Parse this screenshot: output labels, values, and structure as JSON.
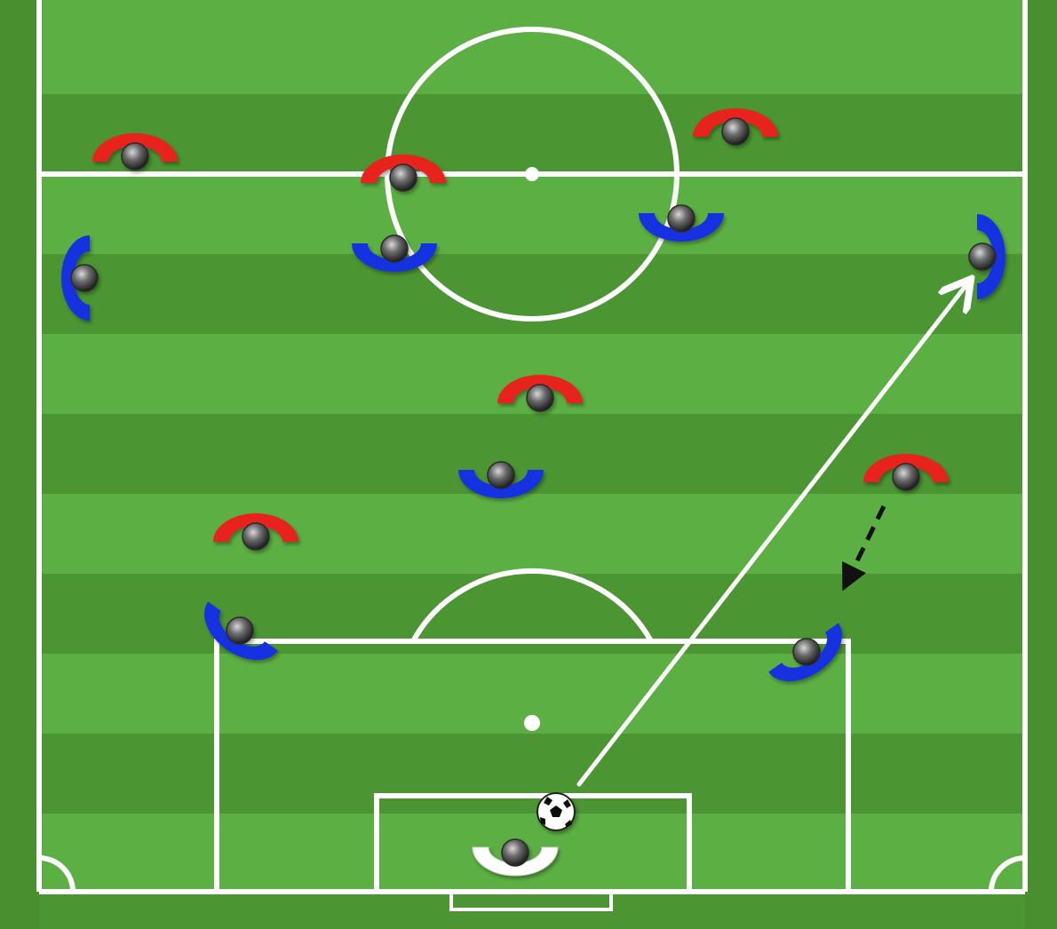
{
  "pitch": {
    "colors": {
      "grass_light": "#5cb043",
      "grass_dark": "#4b9632",
      "lines": "#ffffff",
      "outer_border": "#4a8f2f"
    },
    "stripe_count": 12
  },
  "teams": {
    "red": {
      "color": "#e8231f",
      "role": "pressing team"
    },
    "blue": {
      "color": "#1533e0",
      "role": "team in possession"
    },
    "goalkeeper": {
      "color": "#ffffff"
    }
  },
  "ball": {
    "icon": "soccer-ball-icon"
  },
  "players": [
    {
      "id": "red-1",
      "team": "red",
      "facing": "down"
    },
    {
      "id": "red-2",
      "team": "red",
      "facing": "down"
    },
    {
      "id": "red-3",
      "team": "red",
      "facing": "down"
    },
    {
      "id": "red-4",
      "team": "red",
      "facing": "down"
    },
    {
      "id": "red-5",
      "team": "red",
      "facing": "down"
    },
    {
      "id": "red-6",
      "team": "red",
      "facing": "down"
    },
    {
      "id": "blue-1",
      "team": "blue",
      "facing": "right"
    },
    {
      "id": "blue-2",
      "team": "blue",
      "facing": "up"
    },
    {
      "id": "blue-3",
      "team": "blue",
      "facing": "up"
    },
    {
      "id": "blue-4",
      "team": "blue",
      "facing": "left"
    },
    {
      "id": "blue-5",
      "team": "blue",
      "facing": "up"
    },
    {
      "id": "blue-6",
      "team": "blue",
      "facing": "up-right"
    },
    {
      "id": "blue-7",
      "team": "blue",
      "facing": "up-left"
    },
    {
      "id": "goalkeeper",
      "team": "goalkeeper",
      "facing": "up"
    }
  ],
  "movements": [
    {
      "id": "long-pass",
      "style": "solid",
      "color": "#ffffff",
      "from": "ball",
      "to": "blue-4"
    },
    {
      "id": "press-run",
      "style": "dashed",
      "color": "#111111",
      "from": "red-6",
      "to": "blue-7"
    }
  ]
}
